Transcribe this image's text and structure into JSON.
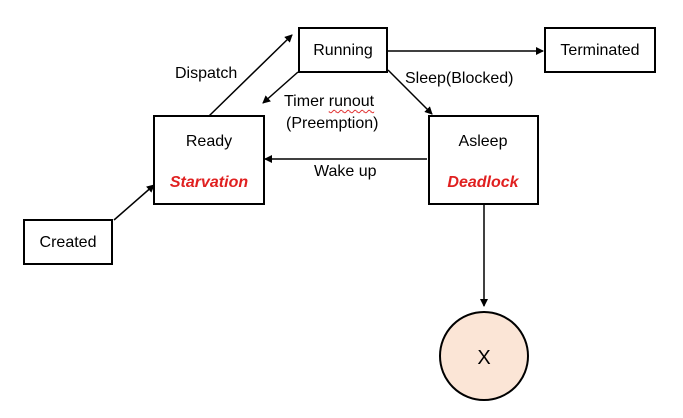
{
  "colors": {
    "line": "#000000",
    "emphasis": "#e02020",
    "terminal_fill": "#fbe5d6",
    "background": "#ffffff"
  },
  "states": {
    "created": "Created",
    "ready": "Ready",
    "ready_issue": "Starvation",
    "running": "Running",
    "asleep": "Asleep",
    "asleep_issue": "Deadlock",
    "terminated": "Terminated",
    "end": "X"
  },
  "transitions": {
    "dispatch": "Dispatch",
    "timer_word1": "Timer",
    "timer_word2": "runout",
    "preemption": "(Preemption)",
    "sleep": "Sleep(Blocked)",
    "wakeup": "Wake up"
  }
}
